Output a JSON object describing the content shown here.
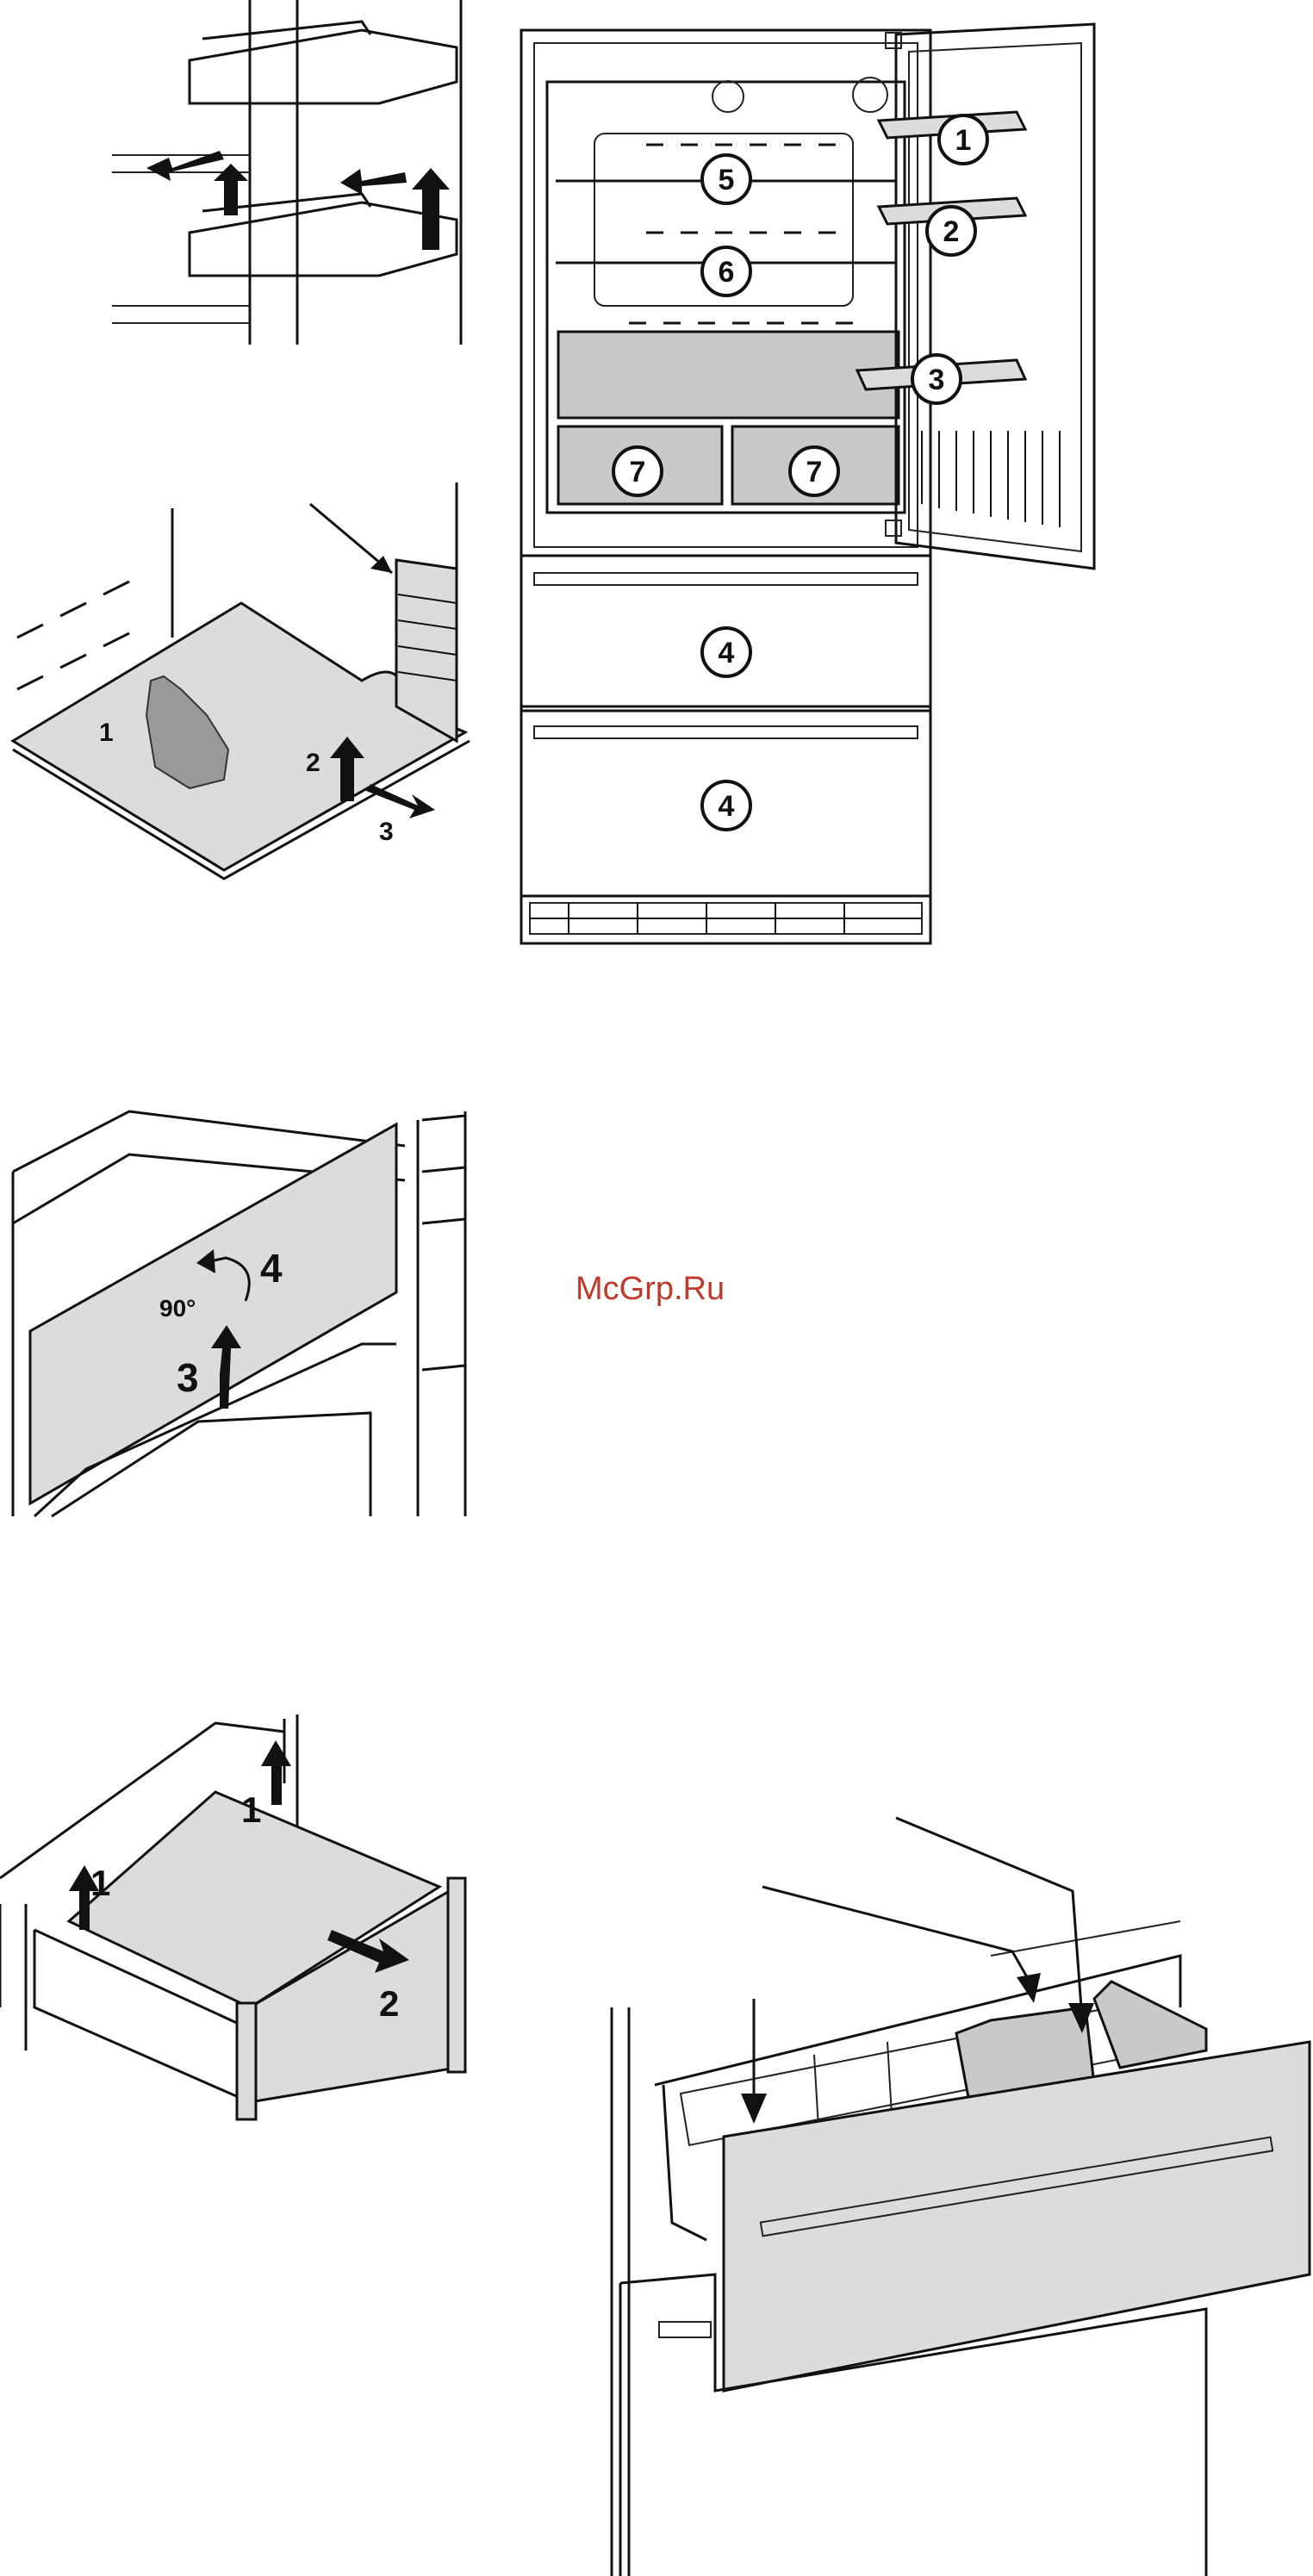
{
  "callouts": {
    "c1": "1",
    "c2": "2",
    "c3": "3",
    "c4a": "4",
    "c4b": "4",
    "c5": "5",
    "c6": "6",
    "c7a": "7",
    "c7b": "7"
  },
  "fig_shelf": {
    "step1": "1",
    "step2": "2",
    "step3": "3"
  },
  "fig_panel": {
    "angle": "90°",
    "step3": "3",
    "step4": "4"
  },
  "fig_drawer": {
    "step1a": "1",
    "step1b": "1",
    "step2": "2"
  },
  "watermark": "McGrp.Ru"
}
